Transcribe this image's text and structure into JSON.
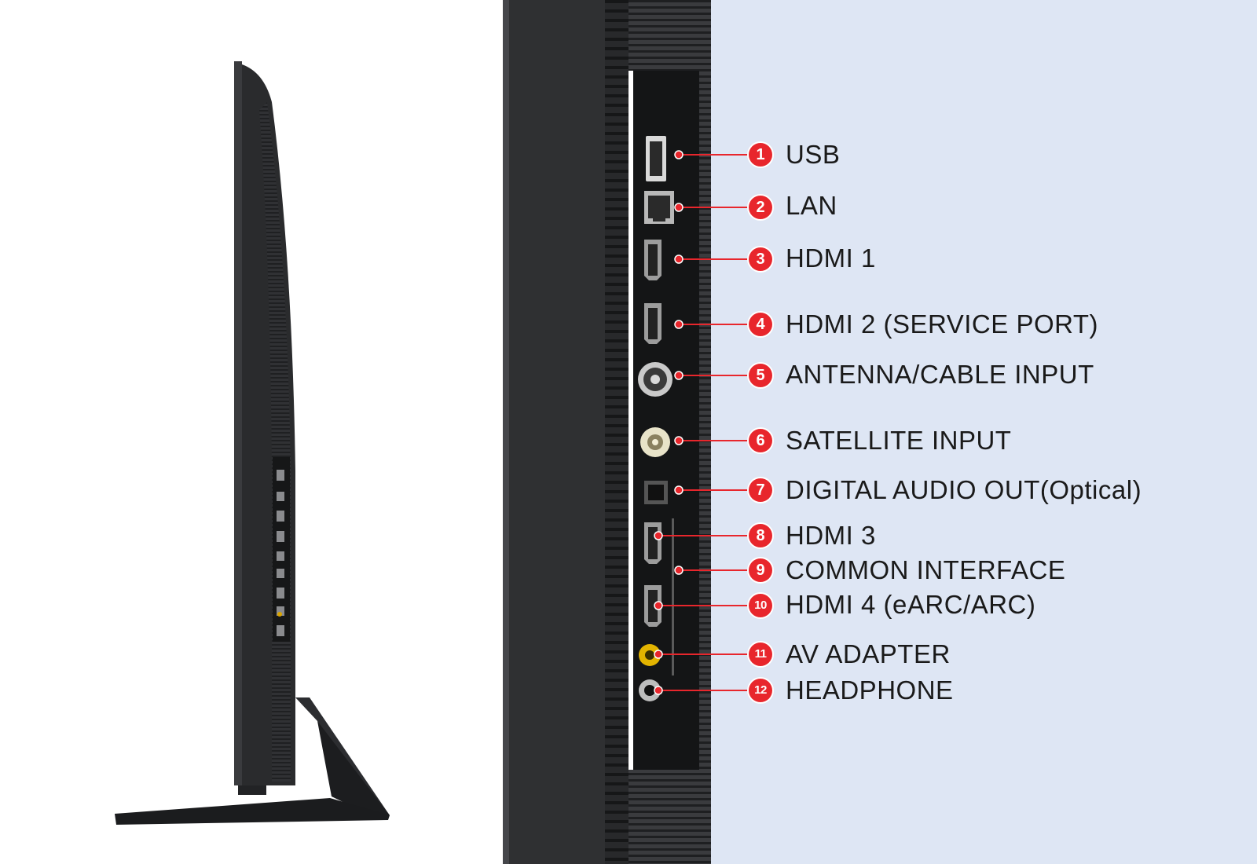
{
  "colors": {
    "accent": "#e8262c",
    "panel_background": "#dee6f4",
    "tv_body": "#2a2b2d",
    "label_text": "#1a1a1a"
  },
  "ports": [
    {
      "number": "1",
      "label": "USB",
      "icon": "usb-port-icon"
    },
    {
      "number": "2",
      "label": "LAN",
      "icon": "lan-port-icon"
    },
    {
      "number": "3",
      "label": "HDMI 1",
      "icon": "hdmi-port-icon"
    },
    {
      "number": "4",
      "label": "HDMI 2 (SERVICE PORT)",
      "icon": "hdmi-port-icon"
    },
    {
      "number": "5",
      "label": "ANTENNA/CABLE INPUT",
      "icon": "antenna-port-icon"
    },
    {
      "number": "6",
      "label": "SATELLITE INPUT",
      "icon": "satellite-port-icon"
    },
    {
      "number": "7",
      "label": "DIGITAL AUDIO OUT(Optical)",
      "icon": "optical-port-icon"
    },
    {
      "number": "8",
      "label": "HDMI 3",
      "icon": "hdmi-port-icon"
    },
    {
      "number": "9",
      "label": "COMMON INTERFACE",
      "icon": "ci-slot-icon"
    },
    {
      "number": "10",
      "label": "HDMI 4 (eARC/ARC)",
      "icon": "hdmi-port-icon"
    },
    {
      "number": "11",
      "label": "AV ADAPTER",
      "icon": "av-port-icon"
    },
    {
      "number": "12",
      "label": "HEADPHONE",
      "icon": "headphone-port-icon"
    }
  ]
}
